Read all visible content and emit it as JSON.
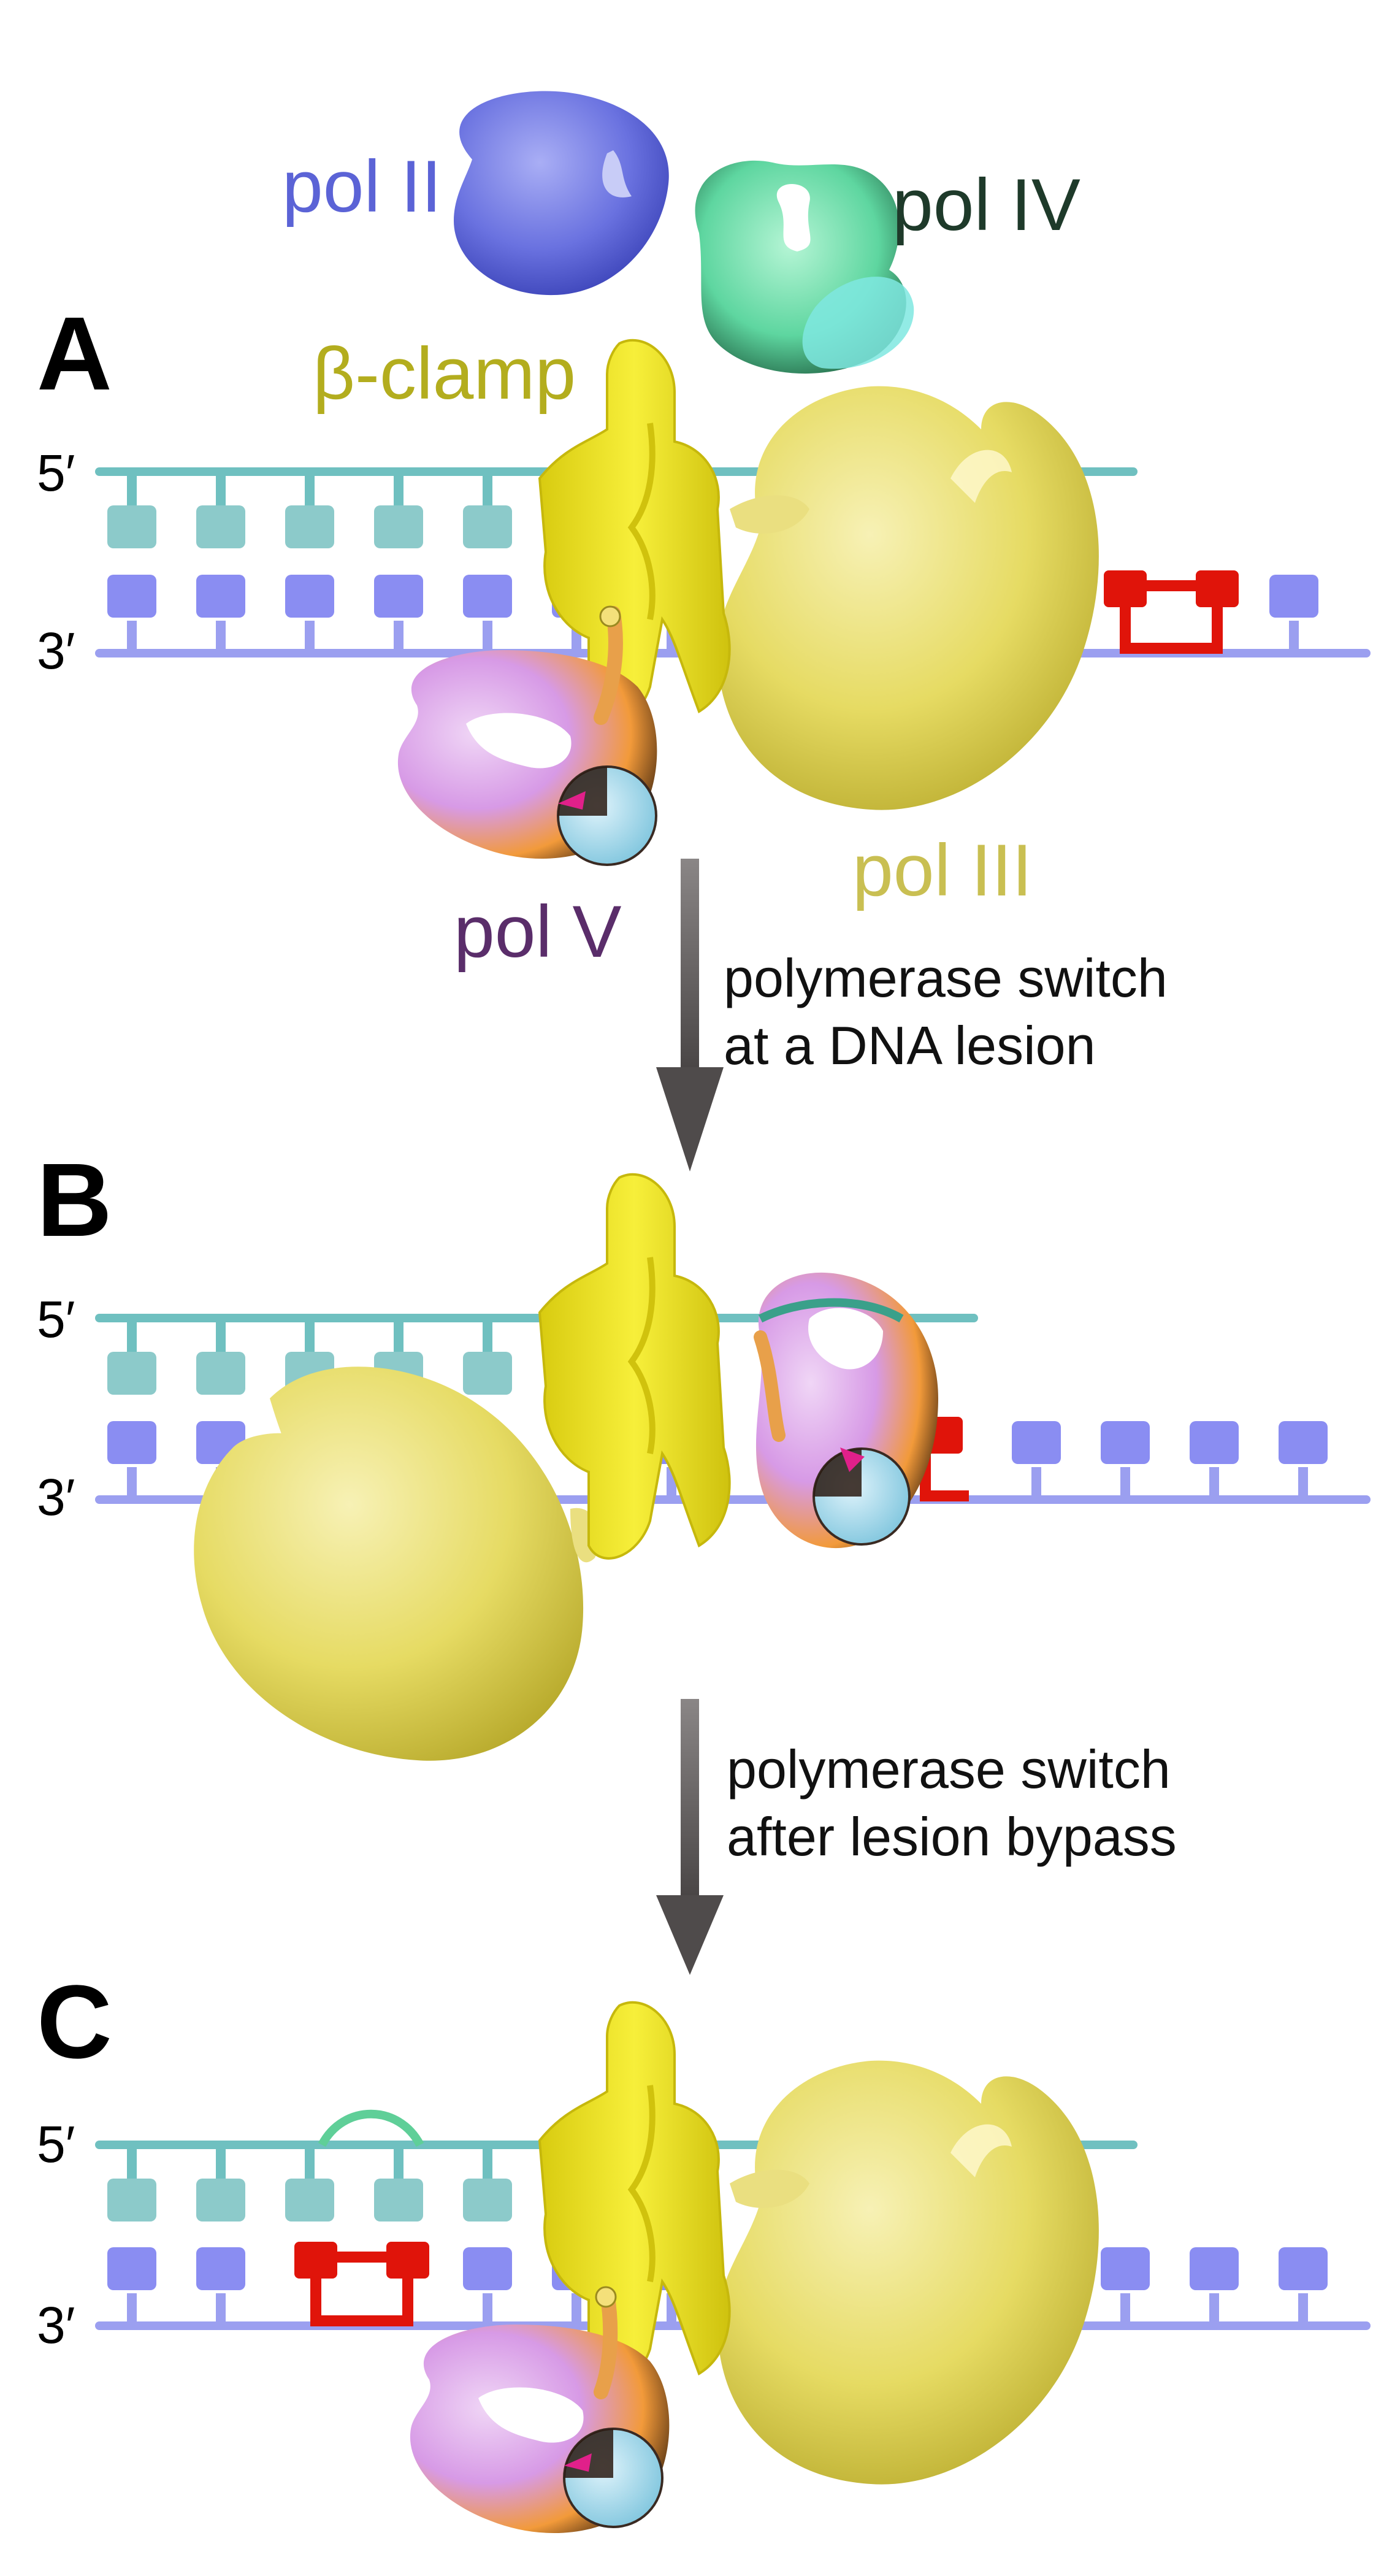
{
  "figure": {
    "legend_polymerases": [
      {
        "name": "pol II",
        "color": "#5b63d6"
      },
      {
        "name": "pol IV",
        "color": "#1e3a2a"
      }
    ],
    "labels": {
      "clamp": "β-clamp",
      "pol3": "pol III",
      "pol5": "pol V"
    },
    "label_colors": {
      "clamp": "#b3ad1e",
      "pol3": "#c9bf52",
      "pol5": "#5a2d6a"
    },
    "panels": [
      {
        "letter": "A",
        "end5": "5′",
        "end3": "3′"
      },
      {
        "letter": "B",
        "end5": "5′",
        "end3": "3′"
      },
      {
        "letter": "C",
        "end5": "5′",
        "end3": "3′"
      }
    ],
    "transitions": [
      {
        "line1": "polymerase switch",
        "line2": "at a DNA lesion"
      },
      {
        "line1": "polymerase switch",
        "line2": "after lesion bypass"
      }
    ],
    "colors": {
      "top_strand": "#6fc0c0",
      "top_base": "#8ccaca",
      "bottom_strand": "#9b9ff0",
      "bottom_base": "#8a8df2",
      "lesion": "#e0140a",
      "clamp": "#f2e81e",
      "pol3": "#e6dc6a",
      "arrow": "#5a5656"
    }
  }
}
